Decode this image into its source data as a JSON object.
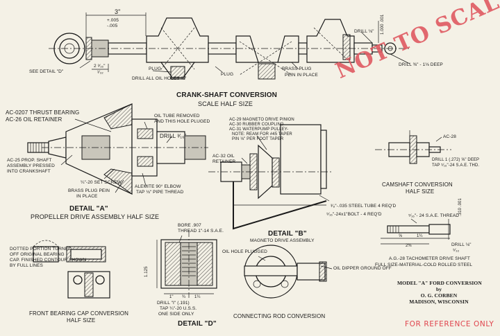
{
  "stamp": "NOT TO SCALE",
  "footer_note": "FOR REFERENCE ONLY",
  "credits": {
    "line1": "MODEL \"A\" FORD CONVERSION",
    "line2": "by",
    "line3": "O. G. CORBEN",
    "line4": "MADISON, WISCONSIN"
  },
  "crankshaft": {
    "title": "CRANK-SHAFT CONVERSION",
    "scale": "SCALE HALF SIZE",
    "dim_3": "3\"",
    "dim_005a": "+.005",
    "dim_005b": "-.005",
    "dim_2": "2 ³⁄₁₆\"",
    "dim_5_32": "¹⁄₃₂",
    "drill_oil": "DRILL ALL OIL HOLES ⅝\"",
    "plug1": "PLUG",
    "plug2": "PLUG",
    "brass_plug": "BRASS PLUG",
    "pein": "PEIN IN PLACE",
    "see_detail": "SEE DETAIL \"D\"",
    "drill_right": "DRILL ⅛\"",
    "drill_deep": "DRILL ⅜\" - 1⅛ DEEP",
    "dim_vert": "1.000 .001"
  },
  "detail_a": {
    "title": "DETAIL \"A\"",
    "subtitle": "PROPELLER DRIVE ASSEMBLY HALF SIZE",
    "thrust": "AC-0207 THRUST BEARING",
    "retainer": "AC-26 OIL RETAINER",
    "oil_tube": "OIL TUBE REMOVED",
    "plugged": "AND THIS HOLE PLUGED",
    "drill": "DRILL ³⁄₁₆\"",
    "prop1": "AC-25 PROP. SHAFT",
    "prop2": "ASSEMBLY PRESSED",
    "prop3": "INTO CRANKSHAFT",
    "setscrew": "¼\"-20 SET SCREW",
    "brass1": "BRASS PLUG PEIN",
    "brass2": "IN PLACE",
    "alemite": "ALEMITE 90° ELBOW",
    "tap": "TAP ⅛\" PIPE THREAD"
  },
  "detail_b": {
    "title": "DETAIL \"B\"",
    "subtitle": "MAGNETO DRIVE ASSEMBLY",
    "l1": "AC-29 MAGNETO DRIVE PINION",
    "l2": "AC-30 RUBBER COUPLING",
    "l3": "AC-31 WATERPUMP PULLEY-",
    "l4": "NOTE: REAM FOR #45 TAPER",
    "l5": "PIN ⅛\" PER FOOT TAPER",
    "oil_ret1": "AC-32 OIL",
    "oil_ret2": "RETAINER",
    "tube": "³⁄₈\"-.035 STEEL TUBE 4 REQ'D",
    "bolt": "⁵⁄₁₆\"-24x1\"BOLT - 4 REQ'D"
  },
  "camshaft": {
    "title": "CAMSHAFT CONVERSION",
    "scale": "HALF SIZE",
    "ac28": "AC-28",
    "drill1": "DRILL 1 (.272) ⅝\" DEEP",
    "drill2": "TAP ⁵⁄₁₆\"-24 S.A.E. THD."
  },
  "tach": {
    "thread": "⁵⁄₁₆\"- 24 S.A.E. THREAD",
    "dim_a": "⅝",
    "dim_b": "1¼",
    "dim_c": "2⅜",
    "dia": ".310 .001",
    "drill": "DRILL ⅛\"",
    "drill_b": "⁵⁄₃₂",
    "title": "A.G.-28 TACHOMETER DRIVE SHAFT",
    "subtitle": "FULL SIZE-MATERIAL-COLD ROLLED STEEL"
  },
  "bearing_cap": {
    "note1": "DOTTED PORTION TURNED",
    "note2": "OFF ORIGINAL BEARING",
    "note3": "CAP. FINISHED CONTOUR SHOWN",
    "note4": "BY FULL LINES",
    "title": "FRONT BEARING CAP CONVERSION",
    "scale": "HALF SIZE"
  },
  "detail_d": {
    "bore": "BORE .907",
    "thread": "THREAD 1\"-14 S.A.E.",
    "dim_h": "1.125",
    "dim_1": "1\"",
    "dim_a": "¾",
    "dim_b": "1¼",
    "drill1": "DRILL \"I\" (.191)",
    "drill2": "TAP ¼\"-20 U.S.S.",
    "drill3": "ONE SIDE ONLY",
    "title": "DETAIL \"D\""
  },
  "conrod": {
    "plugged": "OIL HOLE PLUGGED",
    "dipper": "OIL DIPPER GROUND OFF",
    "title": "CONNECTING ROD CONVERSION"
  }
}
